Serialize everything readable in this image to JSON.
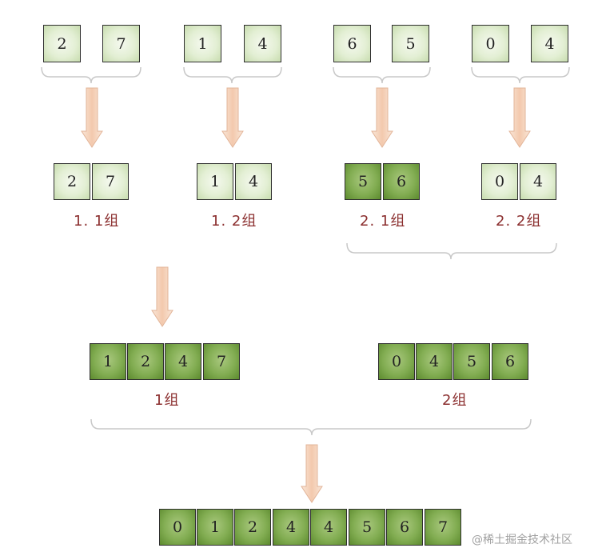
{
  "stage1": [
    {
      "a": "2",
      "b": "7"
    },
    {
      "a": "1",
      "b": "4"
    },
    {
      "a": "6",
      "b": "5"
    },
    {
      "a": "0",
      "b": "4"
    }
  ],
  "stage2": [
    {
      "cells": [
        "2",
        "7"
      ],
      "label": "1. 1组"
    },
    {
      "cells": [
        "1",
        "4"
      ],
      "label": "1. 2组"
    },
    {
      "cells": [
        "5",
        "6"
      ],
      "label": "2. 1组"
    },
    {
      "cells": [
        "0",
        "4"
      ],
      "label": "2. 2组"
    }
  ],
  "stage3": [
    {
      "cells": [
        "1",
        "2",
        "4",
        "7"
      ],
      "label": "1组"
    },
    {
      "cells": [
        "0",
        "4",
        "5",
        "6"
      ],
      "label": "2组"
    }
  ],
  "stage4": {
    "cells": [
      "0",
      "1",
      "2",
      "4",
      "4",
      "5",
      "6",
      "7"
    ]
  },
  "watermark": "@稀土掘金技术社区",
  "colors": {
    "light_cell": "#e3efd4",
    "dark_cell": "#82ad52",
    "arrow": "#f6d5bf",
    "label": "#8b2f2f"
  }
}
